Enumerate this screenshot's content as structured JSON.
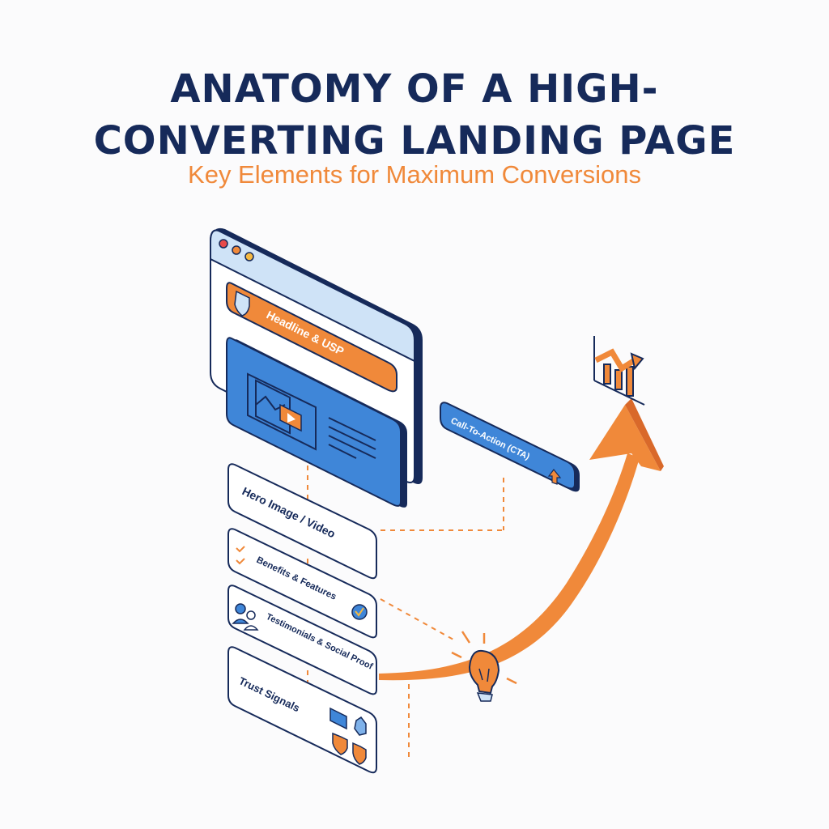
{
  "header": {
    "title_line1": "ANATOMY OF A HIGH-",
    "title_line2": "CONVERTING LANDING PAGE",
    "subtitle": "Key Elements for Maximum Conversions"
  },
  "colors": {
    "navy": "#162a5a",
    "blue": "#3f86d8",
    "light_blue": "#cfe3f7",
    "orange": "#f0893a",
    "white": "#ffffff"
  },
  "browser": {
    "window_dots": [
      "red",
      "orange",
      "yellow"
    ],
    "headline_bar_label": "Headline & USP",
    "headline_icon": "shield-icon",
    "hero_panel_icon": "image-video-icon"
  },
  "cta": {
    "label": "Call-To-Action (CTA)",
    "icon": "arrow-up-icon"
  },
  "sections": [
    {
      "label": "Hero Image / Video"
    },
    {
      "label": "Benefits & Features",
      "icons": [
        "check-icon",
        "check-icon",
        "check-circle-icon"
      ]
    },
    {
      "label": "Testimonials & Social Proof",
      "icons": [
        "users-icon"
      ]
    },
    {
      "label": "Trust Signals",
      "icons": [
        "credit-card-icon",
        "badge-icon",
        "shield-icon",
        "shield-icon"
      ]
    }
  ],
  "decorations": {
    "growth_arrow": "orange-arrow-up",
    "chart_icon": "growth-chart-icon",
    "idea_icon": "lightbulb-icon"
  }
}
